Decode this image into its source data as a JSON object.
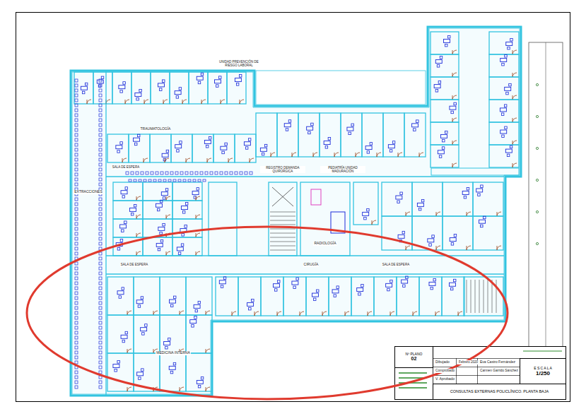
{
  "diagram": {
    "nodes": [
      {
        "text": [
          "Nº PLANO",
          "02"
        ]
      },
      {
        "text": [
          "E S C A L A",
          "1/250"
        ]
      },
      {
        "text": [
          "CONSULTAS EXTERNAS POLICLÍNICO. PLANTA BAJA"
        ]
      }
    ],
    "labels": [
      "UNIDAD PREVENCIÓN DE RIESGO LABORAL",
      "TRAUMATOLOGÍA",
      "EXTRACCIONES",
      "SALA DE ESPERA",
      "REGISTRO DEMANDA QUIRÚRGICA",
      "PEDIATRÍA UNIDAD MADURACIÓN",
      "RADIOLOGÍA",
      "SALA DE ESPERA",
      "CIRUGÍA",
      "SALA DE ESPERA",
      "MEDICINA INTERNA",
      "Dibujado",
      "Febrero 2020",
      "Eva Castro Fernández",
      "Comprobado",
      "Carmen Garrido Sánchez",
      "V. Aprobado"
    ]
  }
}
